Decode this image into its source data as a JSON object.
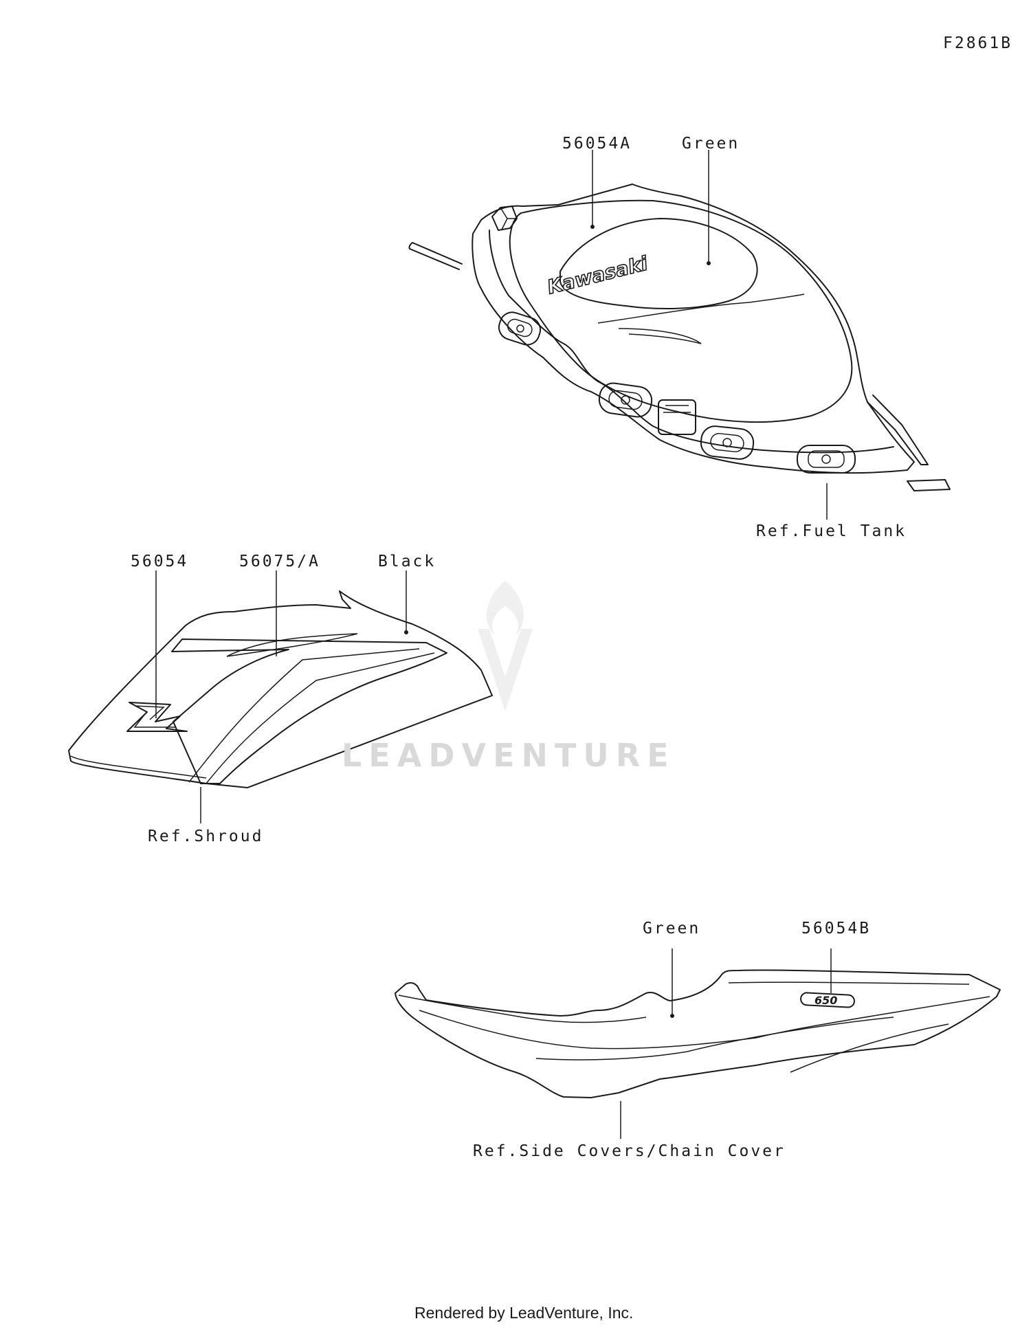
{
  "diagram_code": "F2861B",
  "fuel_tank": {
    "part_a": "56054A",
    "color": "Green",
    "logo_text": "Kawasaki",
    "ref": "Ref.Fuel Tank"
  },
  "shroud": {
    "part_a": "56054",
    "part_b": "56075/A",
    "color": "Black",
    "ref": "Ref.Shroud"
  },
  "side_cover": {
    "color": "Green",
    "part_a": "56054B",
    "logo_text": "650",
    "ref": "Ref.Side Covers/Chain Cover"
  },
  "watermark": "LEADVENTURE",
  "footer": "Rendered by LeadVenture, Inc."
}
